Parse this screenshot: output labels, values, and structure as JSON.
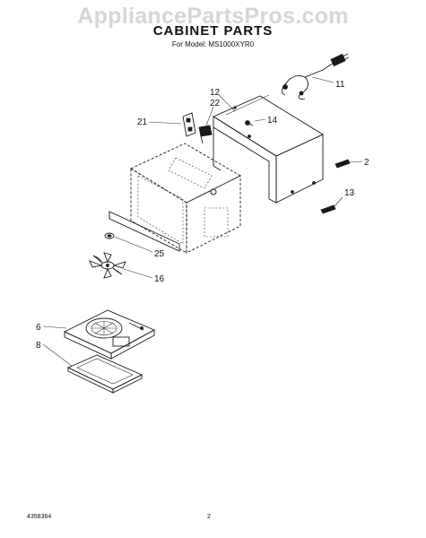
{
  "watermark": "AppliancePartsPros.com",
  "title": "CABINET PARTS",
  "model_line": "For Model: MS1000XYR0",
  "footer": {
    "doc_number": "4358364",
    "page": "2"
  },
  "callouts": {
    "c11": "11",
    "c12": "12",
    "c22": "22",
    "c21": "21",
    "c14": "14",
    "c2": "2",
    "c13": "13",
    "c25": "25",
    "c16": "16",
    "c6": "6",
    "c8": "8"
  }
}
